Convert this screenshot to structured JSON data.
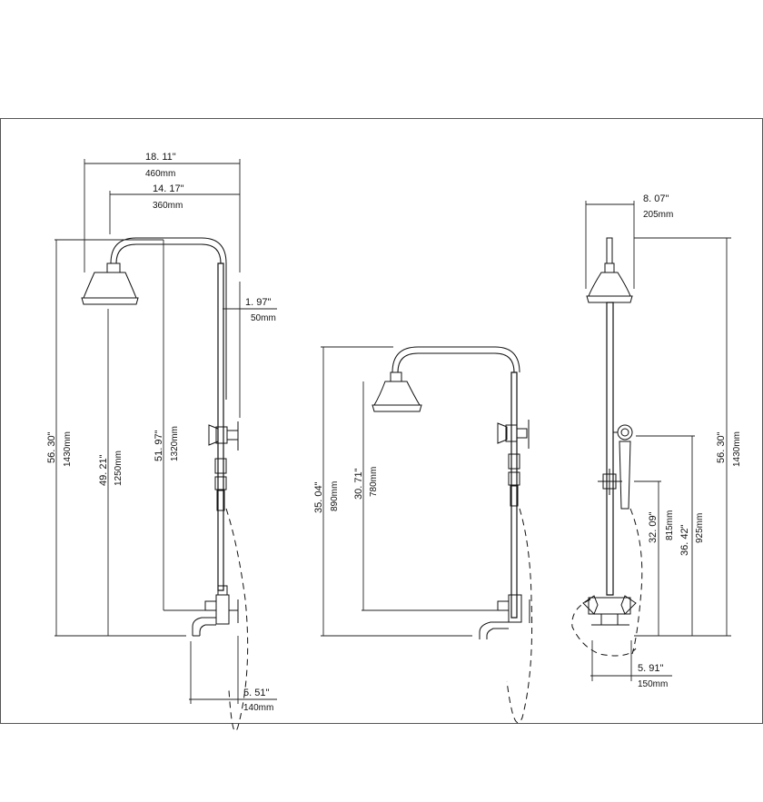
{
  "views": {
    "left": {
      "width_total_in": "18. 11\"",
      "width_total_mm": "460mm",
      "width_arm_in": "14. 17\"",
      "width_arm_mm": "360mm",
      "offset_in": "1. 97\"",
      "offset_mm": "50mm",
      "height_total_in": "56. 30\"",
      "height_total_mm": "1430mm",
      "height_head_in": "49. 21\"",
      "height_head_mm": "1250mm",
      "height_bar_in": "51. 97\"",
      "height_bar_mm": "1320mm",
      "spout_in": "5. 51\"",
      "spout_mm": "140mm"
    },
    "middle": {
      "height_total_in": "35. 04\"",
      "height_total_mm": "890mm",
      "height_head_in": "30. 71\"",
      "height_head_mm": "780mm"
    },
    "right": {
      "width_head_in": "8. 07\"",
      "width_head_mm": "205mm",
      "height_total_in": "56. 30\"",
      "height_total_mm": "1430mm",
      "height_slider_in": "32. 09\"",
      "height_slider_mm": "815mm",
      "height_holder_in": "36. 42\"",
      "height_holder_mm": "925mm",
      "depth_in": "5. 91\"",
      "depth_mm": "150mm"
    }
  }
}
